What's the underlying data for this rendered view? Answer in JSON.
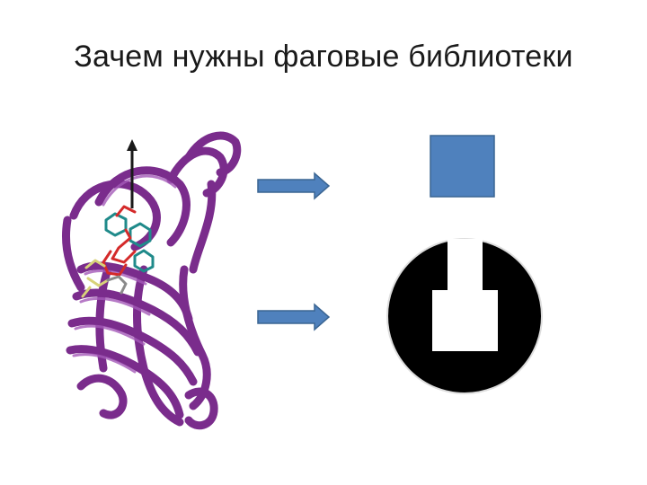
{
  "slide": {
    "title": "Зачем нужны фаговые библиотеки"
  },
  "colors": {
    "protein_ribbon": "#7a2c8c",
    "protein_highlight": "#a45ab8",
    "ligand_red": "#d42a2a",
    "ligand_teal": "#1f8a8a",
    "ligand_yellow": "#d8d27a",
    "arrow_fill": "#4f81bd",
    "arrow_stroke": "#3a6592",
    "square_fill": "#4f81bd",
    "square_stroke": "#3a6592",
    "disk_fill": "#000000",
    "cutout_fill": "#ffffff"
  },
  "icons": {
    "protein": "protein-structure-icon",
    "vector_arrow": "up-arrow-icon",
    "right_arrow": "right-arrow-icon",
    "square": "blue-square-shape",
    "lock_disk": "keyhole-disk-shape"
  }
}
